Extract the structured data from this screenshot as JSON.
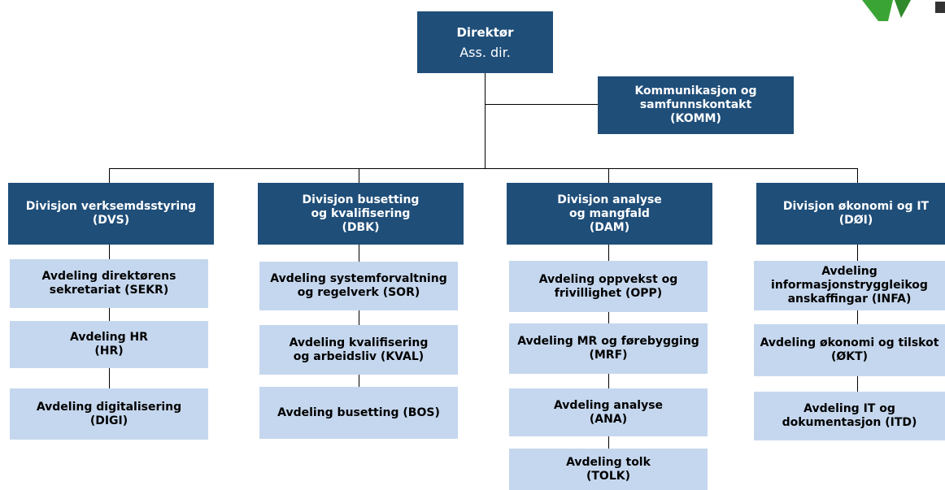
{
  "logo": {
    "color": "#3aa535"
  },
  "top": {
    "title": "Direktør",
    "subtitle": "Ass. dir."
  },
  "staff": {
    "label": "Kommunikasjon og\nsamfunnskontakt\n(KOMM)"
  },
  "divisions": [
    {
      "label": "Divisjon verksemdsstyring\n(DVS)",
      "departments": [
        "Avdeling direktørens\nsekretariat (SEKR)",
        "Avdeling HR\n(HR)",
        "Avdeling digitalisering\n(DIGI)"
      ]
    },
    {
      "label": "Divisjon busetting\nog kvalifisering\n(DBK)",
      "departments": [
        "Avdeling systemforvaltning\nog regelverk (SOR)",
        "Avdeling kvalifisering\nog arbeidsliv (KVAL)",
        "Avdeling busetting (BOS)"
      ]
    },
    {
      "label": "Divisjon analyse\nog mangfald\n(DAM)",
      "departments": [
        "Avdeling oppvekst og\nfrivillighet (OPP)",
        "Avdeling MR og førebygging\n(MRF)",
        "Avdeling analyse\n(ANA)",
        "Avdeling tolk\n(TOLK)"
      ]
    },
    {
      "label": "Divisjon økonomi og IT\n(DØI)",
      "departments": [
        "Avdeling\ninformasjonstryggleikog\nanskaffingar (INFA)",
        "Avdeling økonomi og tilskot\n(ØKT)",
        "Avdeling IT og\ndokumentasjon (ITD)"
      ]
    }
  ]
}
